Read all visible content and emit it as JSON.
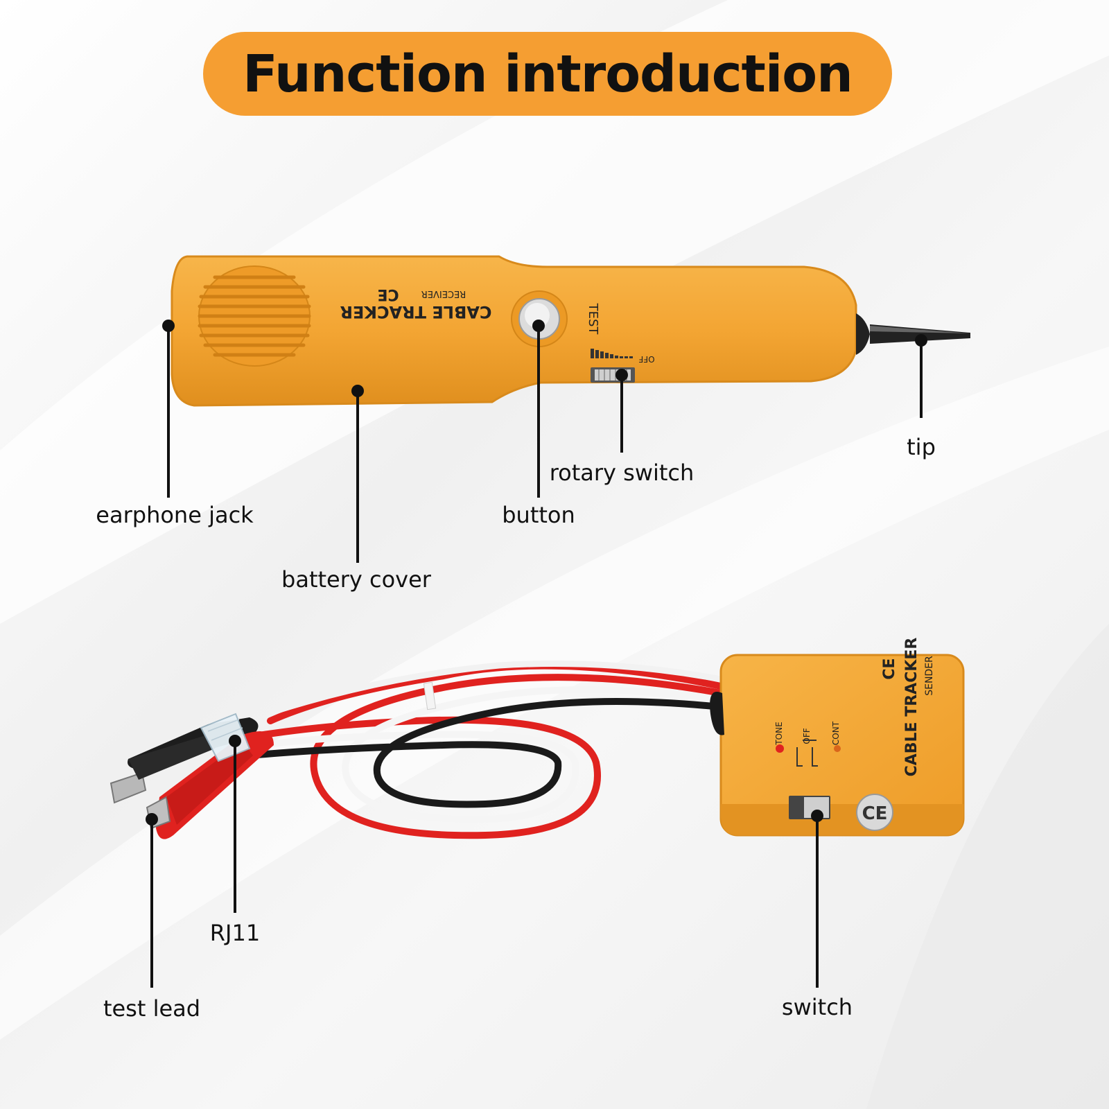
{
  "title": "Function introduction",
  "colors": {
    "accent": "#F59E32",
    "body": "#F3A533",
    "text": "#111111"
  },
  "receiver": {
    "brand": "CABLE TRACKER",
    "model": "RECEIVER",
    "test_label": "TEST",
    "off_label": "OFF",
    "ce_mark": "CE"
  },
  "sender": {
    "brand": "CABLE TRACKER",
    "model": "SENDER",
    "ce_mark": "CE",
    "tone_label": "TONE",
    "off_label": "OFF",
    "cont_label": "CONT"
  },
  "callouts": {
    "earphone_jack": "earphone jack",
    "battery_cover": "battery cover",
    "button": "button",
    "rotary_switch": "rotary switch",
    "tip": "tip",
    "rj11": "RJ11",
    "test_lead": "test lead",
    "switch": "switch"
  }
}
